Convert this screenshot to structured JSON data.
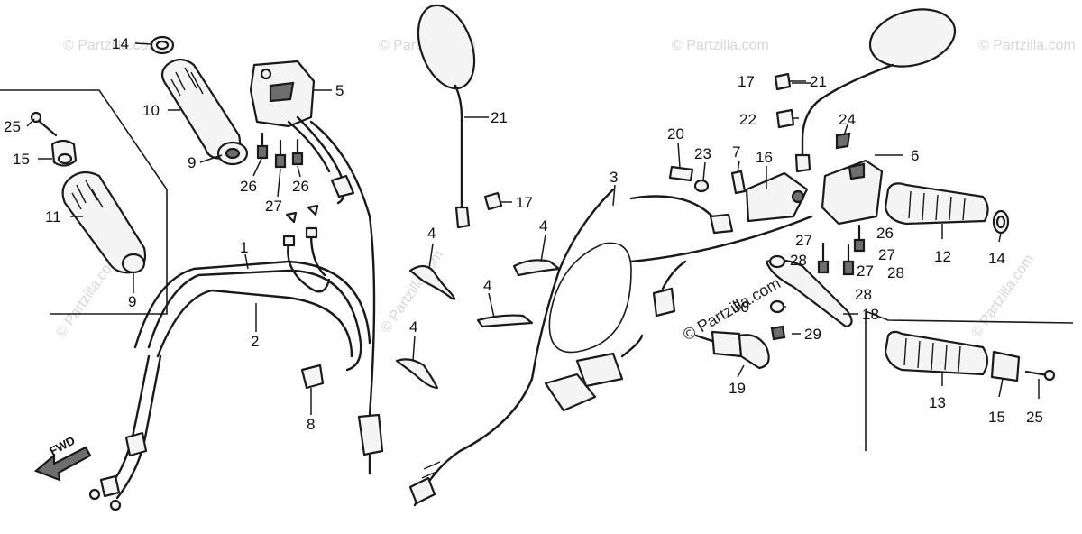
{
  "watermark": {
    "text": "© Partzilla.com",
    "bottom_text": "© Partzilla.com"
  },
  "direction_arrow": {
    "label": "FWD",
    "icon": "fwd-arrow-icon"
  },
  "callouts": [
    {
      "id": "c14a",
      "text": "14"
    },
    {
      "id": "c10",
      "text": "10"
    },
    {
      "id": "c9a",
      "text": "9"
    },
    {
      "id": "c25a",
      "text": "25"
    },
    {
      "id": "c15a",
      "text": "15"
    },
    {
      "id": "c11",
      "text": "11"
    },
    {
      "id": "c9b",
      "text": "9"
    },
    {
      "id": "c5",
      "text": "5"
    },
    {
      "id": "c26a",
      "text": "26"
    },
    {
      "id": "c27a",
      "text": "27"
    },
    {
      "id": "c26b",
      "text": "26"
    },
    {
      "id": "c1",
      "text": "1"
    },
    {
      "id": "c2",
      "text": "2"
    },
    {
      "id": "c8",
      "text": "8"
    },
    {
      "id": "c21a",
      "text": "21"
    },
    {
      "id": "c17a",
      "text": "17"
    },
    {
      "id": "c4a",
      "text": "4"
    },
    {
      "id": "c4b",
      "text": "4"
    },
    {
      "id": "c4c",
      "text": "4"
    },
    {
      "id": "c4d",
      "text": "4"
    },
    {
      "id": "c3",
      "text": "3"
    },
    {
      "id": "c17b",
      "text": "17"
    },
    {
      "id": "c21b",
      "text": "21"
    },
    {
      "id": "c20",
      "text": "20"
    },
    {
      "id": "c23",
      "text": "23"
    },
    {
      "id": "c7",
      "text": "7"
    },
    {
      "id": "c16",
      "text": "16"
    },
    {
      "id": "c22",
      "text": "22"
    },
    {
      "id": "c24",
      "text": "24"
    },
    {
      "id": "c6",
      "text": "6"
    },
    {
      "id": "c27b",
      "text": "27"
    },
    {
      "id": "c28a",
      "text": "28"
    },
    {
      "id": "c26c",
      "text": "26"
    },
    {
      "id": "c27c",
      "text": "27"
    },
    {
      "id": "c27d",
      "text": "27"
    },
    {
      "id": "c28b",
      "text": "28"
    },
    {
      "id": "c28c",
      "text": "28"
    },
    {
      "id": "c12",
      "text": "12"
    },
    {
      "id": "c14b",
      "text": "14"
    },
    {
      "id": "c30",
      "text": "30"
    },
    {
      "id": "c18",
      "text": "18"
    },
    {
      "id": "c29",
      "text": "29"
    },
    {
      "id": "c19",
      "text": "19"
    },
    {
      "id": "c13",
      "text": "13"
    },
    {
      "id": "c15b",
      "text": "15"
    },
    {
      "id": "c25b",
      "text": "25"
    }
  ]
}
